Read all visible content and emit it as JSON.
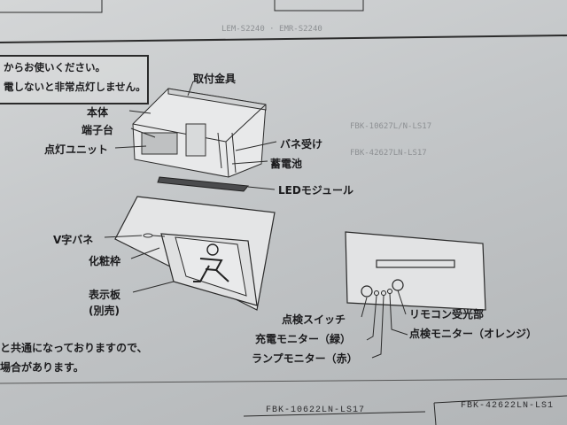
{
  "notice": {
    "line1": "からお使いください。",
    "line2": "電しないと非常点灯しません。"
  },
  "labels": {
    "mounting_bracket": "取付金具",
    "body": "本体",
    "terminal_block": "端子台",
    "lighting_unit": "点灯ユニット",
    "spring_holder": "バネ受け",
    "battery": "蓄電池",
    "led_module": "LEDモジュール",
    "v_spring": "V字バネ",
    "decorative_frame": "化粧枠",
    "display_panel": "表示板",
    "sold_separately": "(別売)",
    "check_switch": "点検スイッチ",
    "charge_monitor": "充電モニター（緑）",
    "lamp_monitor": "ランプモニター（赤）",
    "remote_receiver": "リモコン受光部",
    "check_monitor": "点検モニター（オレンジ）"
  },
  "bottom_text": {
    "line1": "と共通になっておりますので、",
    "line2": "場合があります。"
  },
  "part_codes": {
    "left": "FBK-10622LN-LS17",
    "right": "FBK-42622LN-LS1"
  }
}
